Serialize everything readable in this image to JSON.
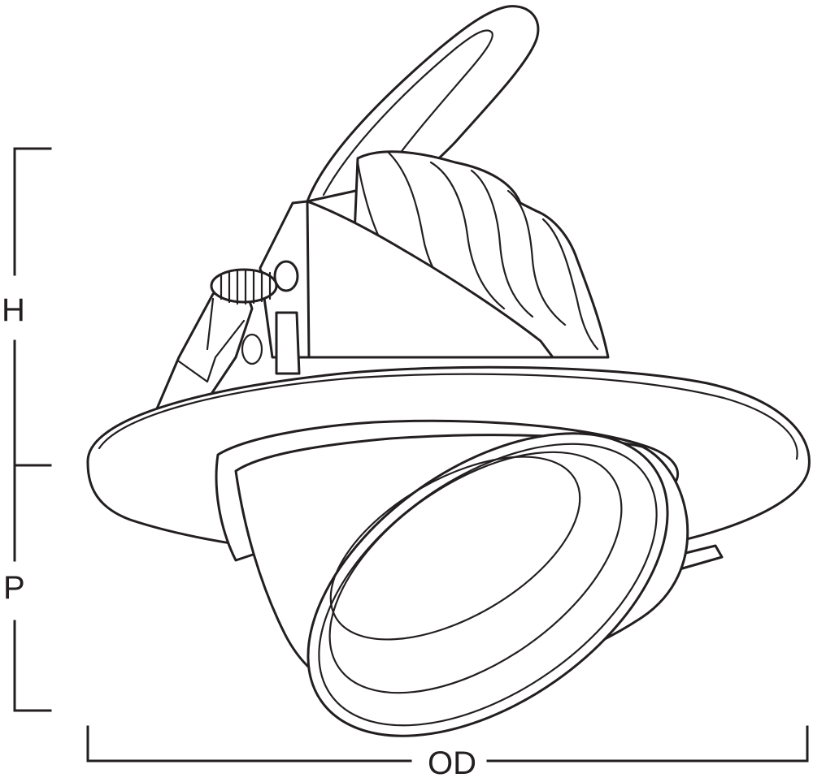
{
  "dimensions": {
    "height_label": "H",
    "projection_label": "P",
    "outer_diameter_label": "OD"
  },
  "colors": {
    "line": "#231f20",
    "background": "#ffffff"
  }
}
